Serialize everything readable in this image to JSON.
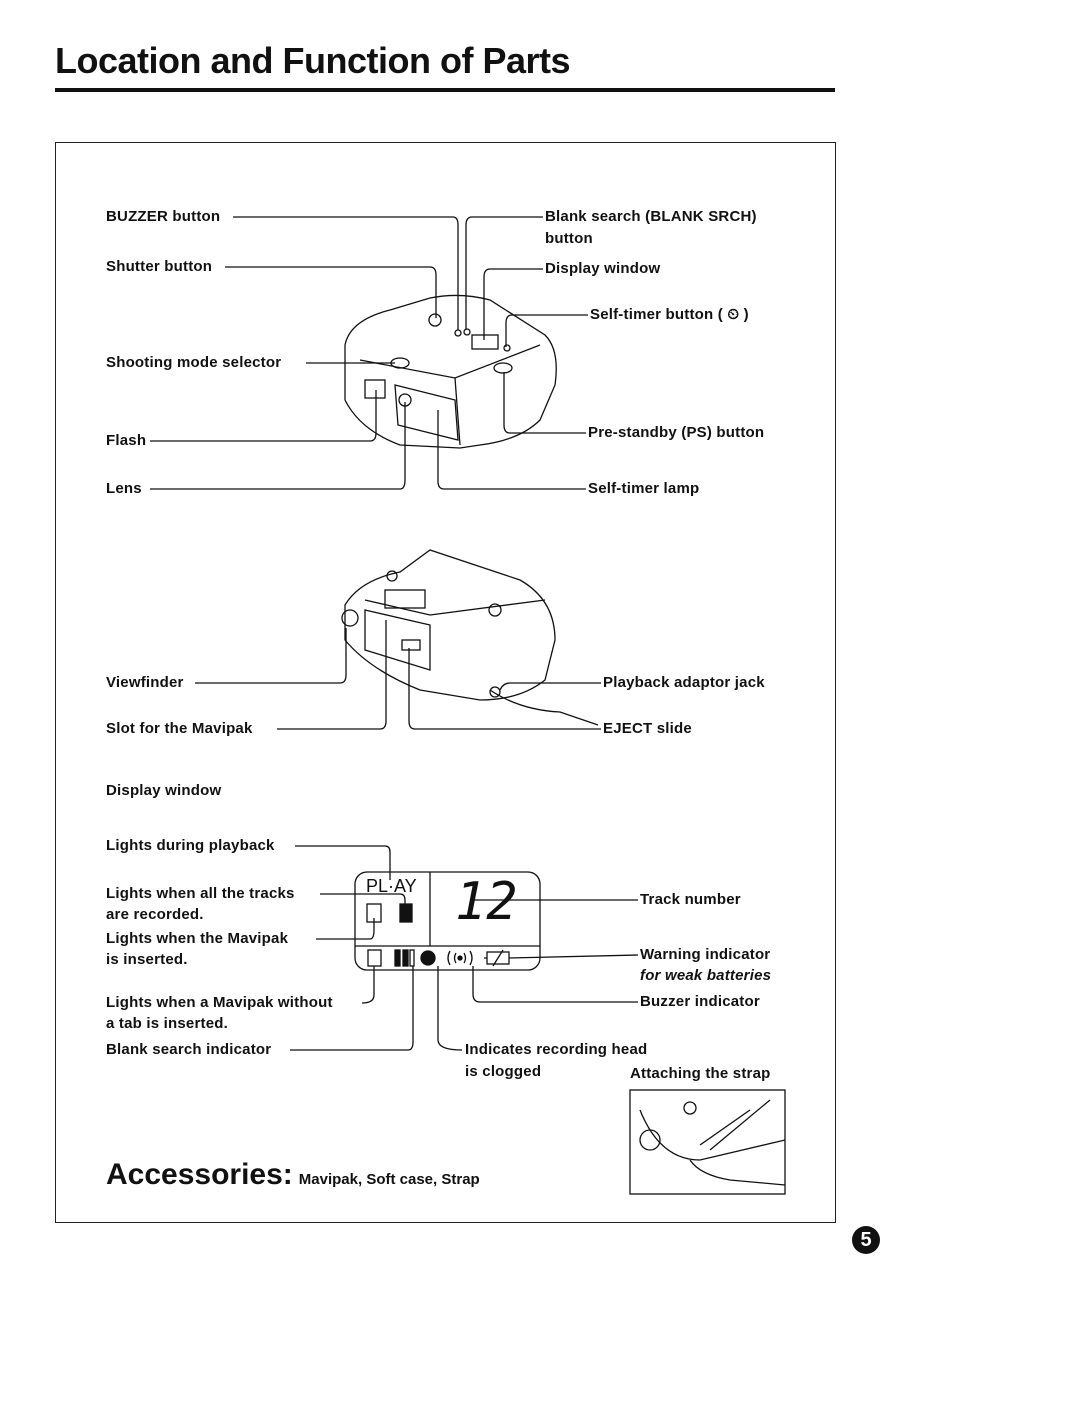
{
  "page": {
    "title": "Location and Function of Parts",
    "page_number": "5"
  },
  "top_view": {
    "left_labels": [
      "BUZZER button",
      "Shutter button",
      "Shooting mode selector",
      "Flash",
      "Lens"
    ],
    "right_labels": [
      "Blank search (BLANK SRCH)",
      "button",
      "Display window",
      "Self-timer button ( ⏲ )",
      "Pre-standby (PS) button",
      "Self-timer lamp"
    ]
  },
  "rear_view": {
    "left_labels": [
      "Viewfinder",
      "Slot for the Mavipak"
    ],
    "right_labels": [
      "Playback adaptor jack",
      "EJECT slide"
    ]
  },
  "display": {
    "heading": "Display window",
    "left_labels": [
      "Lights during playback",
      "Lights when all the tracks",
      "are recorded.",
      "Lights when the Mavipak",
      "is inserted.",
      "Lights when a Mavipak without",
      "a tab is inserted.",
      "Blank search indicator"
    ],
    "right_labels": [
      "Track number",
      "Warning indicator",
      "for weak batteries",
      "Buzzer indicator"
    ],
    "bottom_labels": [
      "Indicates recording head",
      "is clogged"
    ],
    "lcd_play": "PL·AY",
    "lcd_track": "12"
  },
  "strap": {
    "caption": "Attaching the strap"
  },
  "accessories": {
    "label": "Accessories:",
    "items": "Mavipak, Soft case, Strap"
  }
}
